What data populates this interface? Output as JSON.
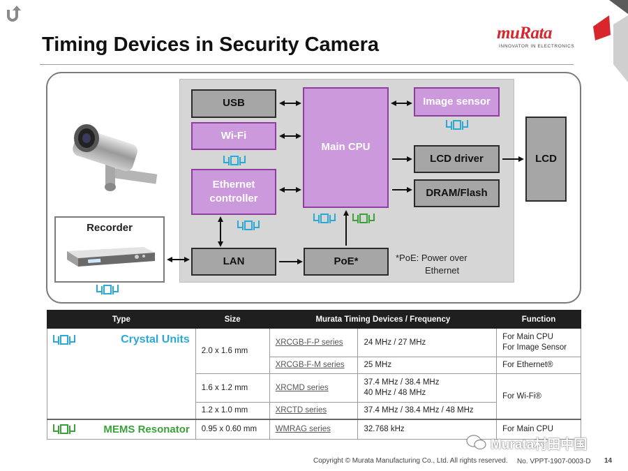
{
  "slide": {
    "title": "Timing Devices in Security Camera",
    "logo_text": "muRata",
    "logo_tagline": "INNOVATOR IN ELECTRONICS",
    "brand_color": "#d8262d"
  },
  "diagram": {
    "blocks": {
      "usb": "USB",
      "wifi": "Wi-Fi",
      "ethernet_line1": "Ethernet",
      "ethernet_line2": "controller",
      "main_cpu": "Main CPU",
      "image_sensor": "Image sensor",
      "lcd_driver": "LCD driver",
      "dram_flash": "DRAM/Flash",
      "lcd": "LCD",
      "lan": "LAN",
      "poe": "PoE*",
      "recorder": "Recorder"
    },
    "note_line1": "*PoE: Power over",
    "note_line2": "Ethernet",
    "colors": {
      "crystal": "#2aa8d8",
      "mems": "#3aa03a",
      "purple": "#cc99dd",
      "gray": "#a6a6a6"
    }
  },
  "table": {
    "headers": {
      "type": "Type",
      "size": "Size",
      "devices": "Murata Timing Devices / Frequency",
      "function": "Function"
    },
    "crystal_label": "Crystal Units",
    "mems_label": "MEMS Resonator",
    "rows": [
      {
        "size": "2.0 x 1.6 mm",
        "series": "XRCGB-F-P series",
        "freq_line1": "24 MHz / 27 MHz",
        "func_line1": "For Main CPU",
        "func_line2": "For Image Sensor"
      },
      {
        "series": "XRCGB-F-M series",
        "freq_line1": "25 MHz",
        "func_line1": "For Ethernet®"
      },
      {
        "size": "1.6 x 1.2 mm",
        "series": "XRCMD series",
        "freq_line1": "37.4 MHz / 38.4 MHz",
        "freq_line2": "40 MHz / 48 MHz",
        "func_line1": "For Wi-Fi®"
      },
      {
        "size": "1.2 x 1.0 mm",
        "series": "XRCTD series",
        "freq_line1": "37.4 MHz / 38.4 MHz / 48 MHz"
      },
      {
        "size": "0.95 x 0.60 mm",
        "series": "WMRAG series",
        "freq_line1": "32.768 kHz",
        "func_line1": "For Main CPU"
      }
    ]
  },
  "footer": {
    "copyright": "Copyright © Murata Manufacturing Co., Ltd. All rights reserved.",
    "doc_no": "No. VPPT-1907-0003-D",
    "page": "14",
    "watermark": "Murata村田中国"
  }
}
